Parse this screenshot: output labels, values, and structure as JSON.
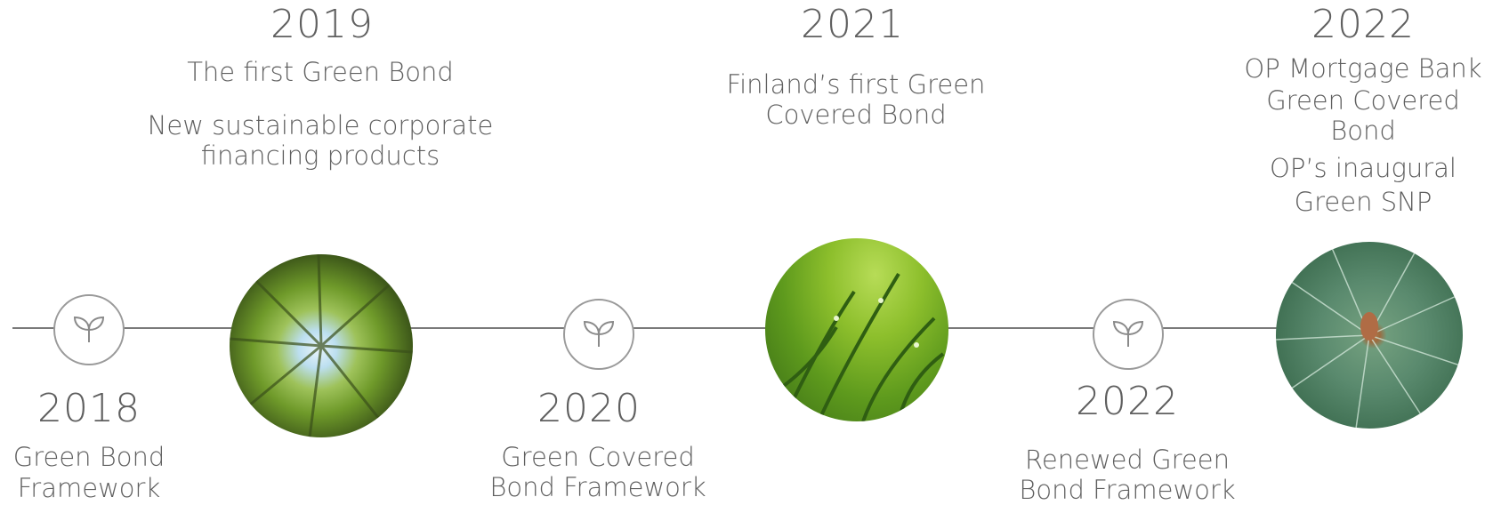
{
  "milestones_top": [
    {
      "year": "2019",
      "lines": [
        "The first Green Bond",
        "",
        "New sustainable corporate",
        "financing products"
      ],
      "photo_icon": "forest-canopy-photo"
    },
    {
      "year": "2021",
      "lines": [
        "Finland’s first Green",
        "Covered Bond"
      ],
      "photo_icon": "dewy-grass-photo"
    },
    {
      "year": "2022",
      "lines": [
        "OP Mortgage Bank",
        "Green Covered Bond",
        "",
        "OP’s inaugural",
        "Green SNP"
      ],
      "photo_icon": "pine-branch-photo"
    }
  ],
  "milestones_bottom": [
    {
      "year": "2018",
      "lines": [
        "Green Bond",
        "Framework"
      ],
      "icon": "sprout-icon"
    },
    {
      "year": "2020",
      "lines": [
        "Green Covered",
        "Bond Framework"
      ],
      "icon": "sprout-icon"
    },
    {
      "year": "2022",
      "lines": [
        "Renewed Green",
        "Bond Framework"
      ],
      "icon": "sprout-icon"
    }
  ],
  "colors": {
    "text": "#5f5f5f",
    "line": "#7a7a7a",
    "node_border": "#9a9a9a"
  }
}
